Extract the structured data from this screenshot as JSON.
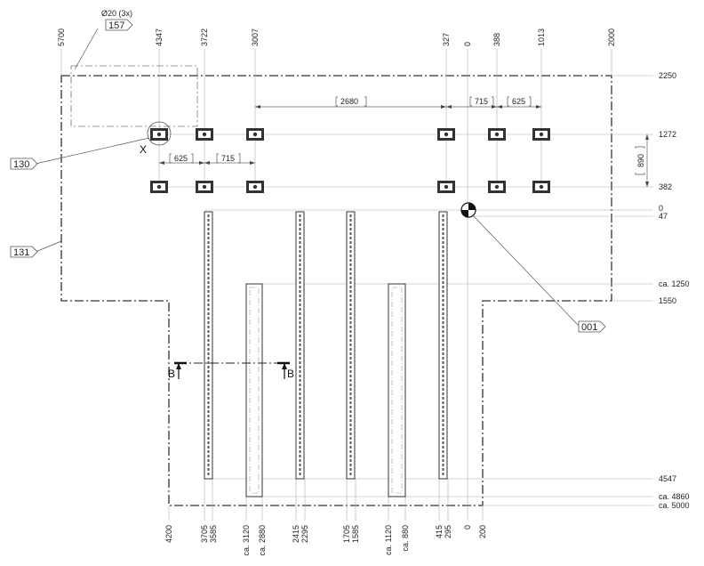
{
  "top_dims": [
    "5700",
    "4347",
    "3722",
    "3007",
    "327",
    "0",
    "388",
    "1013",
    "2000"
  ],
  "right_dims": [
    "2250",
    "1272",
    "382",
    "0",
    "47",
    "ca. 1250",
    "1550",
    "4547",
    "ca. 4860",
    "ca. 5000"
  ],
  "bottom_dims": [
    "4200",
    "3705",
    "3585",
    "ca. 3120",
    "ca. 2880",
    "2415",
    "2295",
    "1705",
    "1585",
    "ca. 1120",
    "ca. 880",
    "415",
    "295",
    "0",
    "200"
  ],
  "inner_dims": {
    "d2680": "2680",
    "d715a": "715",
    "d625a": "625",
    "d625b": "625",
    "d715b": "715",
    "d890": "890"
  },
  "callouts": {
    "hole_spec": "Ø20 (3x)",
    "c157": "157",
    "c130": "130",
    "c131": "131",
    "c001": "001"
  },
  "marks": {
    "x_mark": "X",
    "section_left": "B",
    "section_right": "B"
  }
}
